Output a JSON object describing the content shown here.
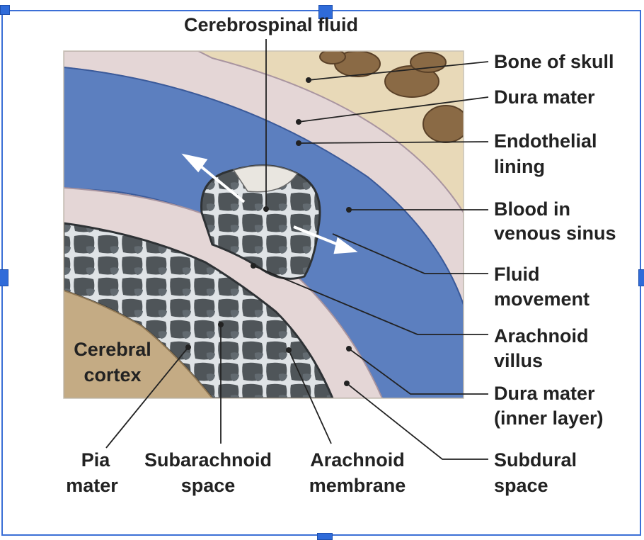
{
  "labels": {
    "csf": "Cerebrospinal fluid",
    "bone": "Bone of skull",
    "dura": "Dura mater",
    "endo1": "Endothelial",
    "endo2": "lining",
    "blood1": "Blood in",
    "blood2": "venous sinus",
    "fluid1": "Fluid",
    "fluid2": "movement",
    "villus1": "Arachnoid",
    "villus2": "villus",
    "inner1": "Dura mater",
    "inner2": "(inner layer)",
    "subdural1": "Subdural",
    "subdural2": "space",
    "cortex1": "Cerebral",
    "cortex2": "cortex",
    "pia1": "Pia",
    "pia2": "mater",
    "subarach1": "Subarachnoid",
    "subarach2": "space",
    "arachmem1": "Arachnoid",
    "arachmem2": "membrane"
  },
  "colors": {
    "selection": "#3b6fd6",
    "bone": "#e8d9b8",
    "dura": "#e4d6d6",
    "sinus": "#5c7fbf",
    "arachnoid": "#4f5559",
    "cortex": "#c4ab84"
  }
}
